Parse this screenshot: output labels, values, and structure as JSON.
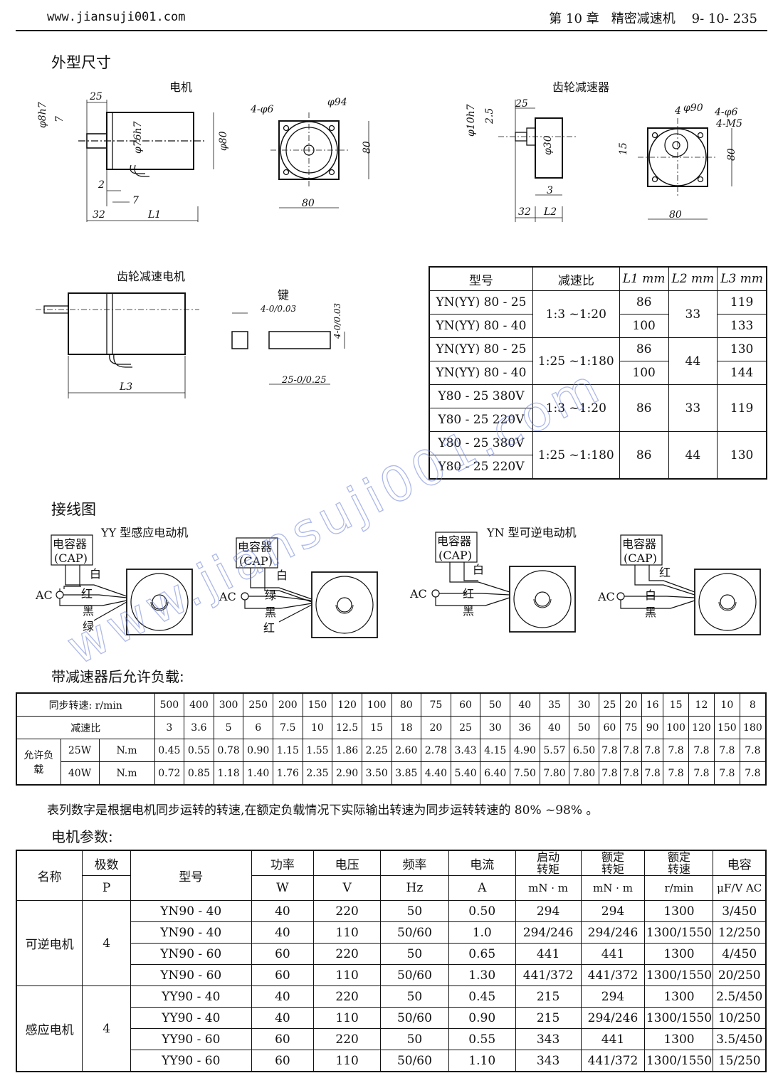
{
  "header": {
    "url": "www.jiansuji001.com",
    "chapter": "第 10 章   精密减速机    9- 10- 235"
  },
  "sections": {
    "outline": "外型尺寸",
    "wiring": "接线图",
    "load": "带减速器后允许负载:",
    "params": "电机参数:"
  },
  "drawings": {
    "motor_title": "电机",
    "gearbox_title": "齿轮减速器",
    "gearmotor_title": "齿轮减速电机",
    "key_title": "键",
    "motor_dims": [
      "φ8h7",
      "7",
      "25",
      "φ76h7",
      "φ80",
      "2",
      "7",
      "32",
      "L1"
    ],
    "motor_front_dims": [
      "4-φ6",
      "φ94",
      "80",
      "80"
    ],
    "gear_dims": [
      "φ10h7",
      "2.5",
      "25",
      "φ30",
      "3",
      "32",
      "L2"
    ],
    "gear_front_dims": [
      "4",
      "φ90",
      "4-φ6",
      "4-M5",
      "15",
      "80",
      "80"
    ],
    "gearmotor_dims": [
      "L3"
    ],
    "key_dims": [
      "4-0/0.03",
      "4-0/0.03",
      "25-0/0.25"
    ]
  },
  "model_table": {
    "headers": [
      "型号",
      "减速比",
      "L1 mm",
      "L2 mm",
      "L3 mm"
    ],
    "rows": [
      [
        "YN(YY) 80 - 25",
        "1:3 ~1:20",
        "86",
        "33",
        "119"
      ],
      [
        "YN(YY) 80 - 40",
        "",
        "100",
        "",
        "133"
      ],
      [
        "YN(YY) 80 - 25",
        "1:25 ~1:180",
        "86",
        "44",
        "130"
      ],
      [
        "YN(YY) 80 - 40",
        "",
        "100",
        "",
        "144"
      ],
      [
        "Y80 - 25 380V",
        "1:3 ~1:20",
        "86",
        "33",
        "119"
      ],
      [
        "Y80 - 25 220V",
        "",
        "",
        "",
        ""
      ],
      [
        "Y80 - 25 380V",
        "1:25 ~1:180",
        "86",
        "44",
        "130"
      ],
      [
        "Y80 - 25 220V",
        "",
        "",
        "",
        ""
      ]
    ]
  },
  "wiring": {
    "yy_title": "YY 型感应电动机",
    "yn_title": "YN 型可逆电动机",
    "cap": "电容器",
    "cap_abbr": "(CAP)",
    "ac": "AC",
    "d1": [
      "白",
      "红",
      "黑",
      "绿"
    ],
    "d2": [
      "白",
      "绿",
      "黑",
      "红"
    ],
    "d3": [
      "白",
      "红",
      "黑"
    ],
    "d4": [
      "红",
      "白",
      "黑"
    ]
  },
  "load_table": {
    "speed_label": "同步转速: r/min",
    "speeds": [
      "500",
      "400",
      "300",
      "250",
      "200",
      "150",
      "120",
      "100",
      "80",
      "75",
      "60",
      "50",
      "40",
      "35",
      "30",
      "25",
      "20",
      "16",
      "15",
      "12",
      "10",
      "8"
    ],
    "ratio_label": "减速比",
    "ratios": [
      "3",
      "3.6",
      "5",
      "6",
      "7.5",
      "10",
      "12.5",
      "15",
      "18",
      "20",
      "25",
      "30",
      "36",
      "40",
      "50",
      "60",
      "75",
      "90",
      "100",
      "120",
      "150",
      "180"
    ],
    "allow_label": "允许负载",
    "unit": "N.m",
    "w25": "25W",
    "w40": "40W",
    "row25": [
      "0.45",
      "0.55",
      "0.78",
      "0.90",
      "1.15",
      "1.55",
      "1.86",
      "2.25",
      "2.60",
      "2.78",
      "3.43",
      "4.15",
      "4.90",
      "5.57",
      "6.50",
      "7.8",
      "7.8",
      "7.8",
      "7.8",
      "7.8",
      "7.8",
      "7.8"
    ],
    "row40": [
      "0.72",
      "0.85",
      "1.18",
      "1.40",
      "1.76",
      "2.35",
      "2.90",
      "3.50",
      "3.85",
      "4.40",
      "5.40",
      "6.40",
      "7.50",
      "7.80",
      "7.80",
      "7.8",
      "7.8",
      "7.8",
      "7.8",
      "7.8",
      "7.8",
      "7.8"
    ]
  },
  "note": "表列数字是根据电机同步运转的转速,在额定负载情况下实际输出转速为同步运转转速的 80% ~98% 。",
  "param_table": {
    "h_name": "名称",
    "h_pole1": "极数",
    "h_pole2": "P",
    "h_model": "型号",
    "h_power1": "功率",
    "h_power2": "W",
    "h_volt1": "电压",
    "h_volt2": "V",
    "h_freq1": "频率",
    "h_freq2": "Hz",
    "h_curr1": "电流",
    "h_curr2": "A",
    "h_st1": "启动",
    "h_st2": "转矩",
    "h_st3": "mN · m",
    "h_rt1": "额定",
    "h_rt2": "转矩",
    "h_rt3": "mN · m",
    "h_rs1": "额定",
    "h_rs2": "转速",
    "h_rs3": "r/min",
    "h_cap1": "电容",
    "h_cap2": "μF/V AC",
    "g1_name": "可逆电机",
    "g2_name": "感应电机",
    "pole": "4",
    "rows": [
      [
        "YN90 - 40",
        "40",
        "220",
        "50",
        "0.50",
        "294",
        "294",
        "1300",
        "3/450"
      ],
      [
        "YN90 - 40",
        "40",
        "110",
        "50/60",
        "1.0",
        "294/246",
        "294/246",
        "1300/1550",
        "12/250"
      ],
      [
        "YN90 - 60",
        "60",
        "220",
        "50",
        "0.65",
        "441",
        "441",
        "1300",
        "4/450"
      ],
      [
        "YN90 - 60",
        "60",
        "110",
        "50/60",
        "1.30",
        "441/372",
        "441/372",
        "1300/1550",
        "20/250"
      ],
      [
        "YY90 - 40",
        "40",
        "220",
        "50",
        "0.45",
        "215",
        "294",
        "1300",
        "2.5/450"
      ],
      [
        "YY90 - 40",
        "40",
        "110",
        "50/60",
        "0.90",
        "215",
        "294/246",
        "1300/1550",
        "10/250"
      ],
      [
        "YY90 - 60",
        "60",
        "220",
        "50",
        "0.55",
        "343",
        "441",
        "1300",
        "3.5/450"
      ],
      [
        "YY90 - 60",
        "60",
        "110",
        "50/60",
        "1.10",
        "343",
        "441/372",
        "1300/1550",
        "15/250"
      ]
    ]
  },
  "watermark": "www.jiansuji001.com"
}
